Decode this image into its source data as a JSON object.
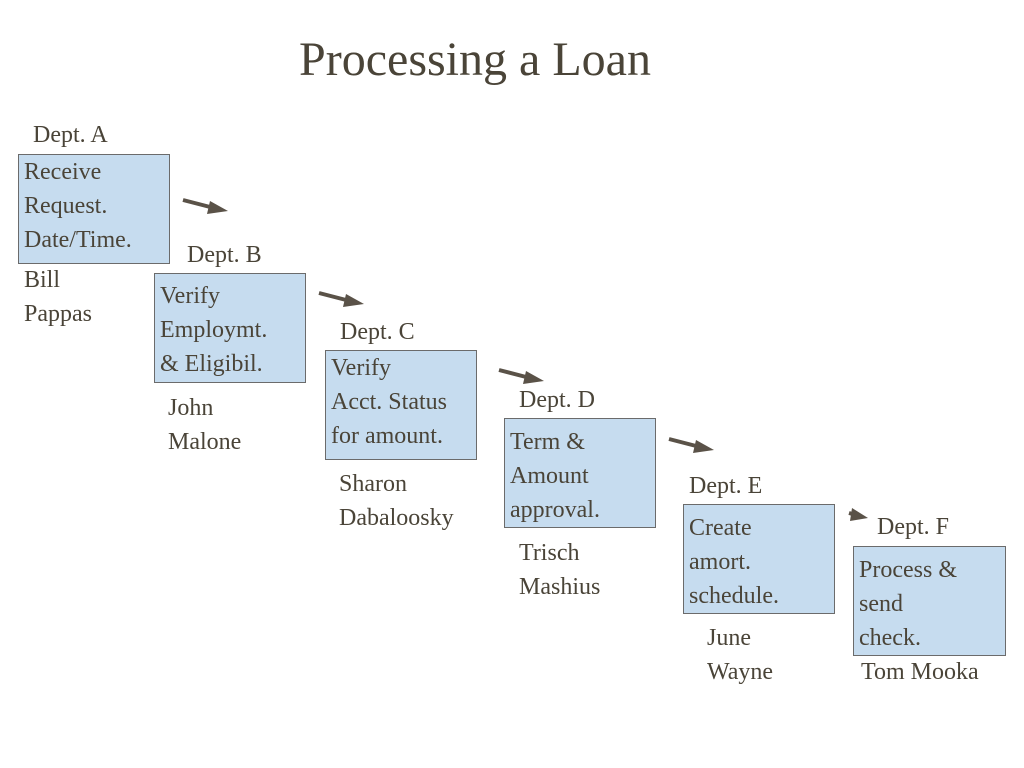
{
  "title": "Processing a Loan",
  "steps": [
    {
      "dept": "Dept. A",
      "lines": [
        "Receive",
        "Request.",
        "Date/Time."
      ],
      "person": [
        "Bill",
        "Pappas"
      ]
    },
    {
      "dept": "Dept. B",
      "lines": [
        "Verify",
        "Employmt.",
        "& Eligibil."
      ],
      "person": [
        "John",
        "Malone"
      ]
    },
    {
      "dept": "Dept. C",
      "lines": [
        "Verify",
        "Acct. Status",
        "for amount."
      ],
      "person": [
        "Sharon",
        "Dabaloosky"
      ]
    },
    {
      "dept": "Dept. D",
      "lines": [
        "Term &",
        "Amount",
        "approval."
      ],
      "person": [
        "Trisch",
        "Mashius"
      ]
    },
    {
      "dept": "Dept. E",
      "lines": [
        "Create",
        "amort.",
        "schedule."
      ],
      "person": [
        "June",
        "Wayne"
      ]
    },
    {
      "dept": "Dept. F",
      "lines": [
        "Process &",
        "send",
        "check."
      ],
      "person": [
        "Tom Mooka"
      ]
    }
  ],
  "colors": {
    "box_fill": "#c6dcef",
    "text": "#4a4438",
    "arrow": "#5a5248"
  }
}
